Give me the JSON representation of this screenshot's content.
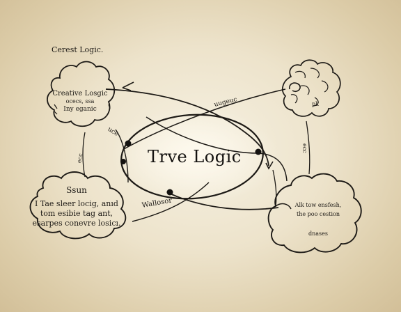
{
  "diagram": {
    "corner_label": "Cerest Logic.",
    "center_label": "Trve Logic",
    "top_label": "uugeuc",
    "left_arc_label": "uce",
    "bottom_label": "Wallosor",
    "left_vertical_label": "ecc",
    "right_vertical_label": "ecc",
    "right_aside_label": "pk",
    "clouds": {
      "top_left": {
        "lines": [
          "Creative Losgic",
          "ocecs, ssa",
          "Iny eganic"
        ]
      },
      "bottom_left": {
        "title": "Ssun",
        "lines": [
          "I Tae sleer locig, anıd",
          "tom esibie tag ant,",
          "esarpes conevre losicı."
        ]
      },
      "bottom_right": {
        "lines": [
          "Alk tow ensfesh,",
          "the poo cestion",
          "dnases"
        ]
      }
    },
    "colors": {
      "ink": "#1d1a16",
      "background": "#ede3cb"
    }
  }
}
